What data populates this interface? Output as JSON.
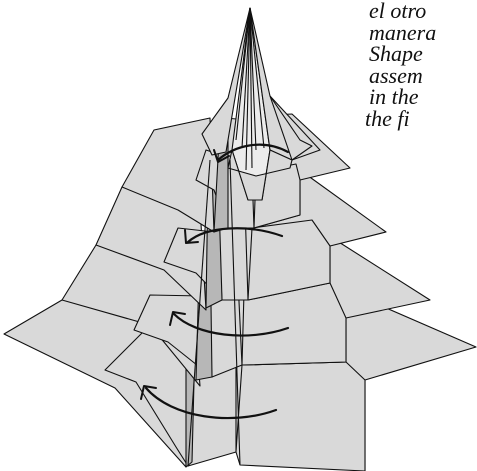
{
  "caption": {
    "lines": [
      "el otro",
      "manera",
      "Shape",
      "assem",
      "in the",
      "the fi"
    ]
  },
  "colors": {
    "paper": "#d9d9d9",
    "paper_shadow": "#b7b7b7",
    "paper_light": "#ececec",
    "stroke": "#111111"
  },
  "arrows": [
    {
      "name": "curved-arrow-tier-1"
    },
    {
      "name": "curved-arrow-tier-2"
    },
    {
      "name": "curved-arrow-tier-3"
    },
    {
      "name": "curved-arrow-tier-4"
    }
  ]
}
